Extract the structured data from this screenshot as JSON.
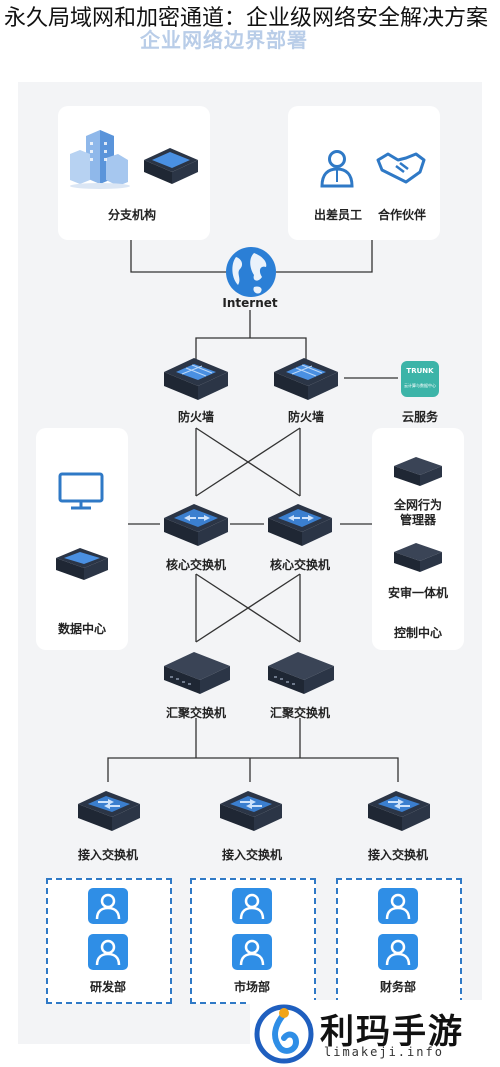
{
  "header": {
    "title": "永久局域网和加密通道：企业级网络安全解决方案",
    "subtitle": "企业网络边界部署"
  },
  "nodes": {
    "branch": "分支机构",
    "business_staff": "出差员工",
    "partner": "合作伙伴",
    "internet": "Internet",
    "firewall_1": "防火墙",
    "firewall_2": "防火墙",
    "cloud_service": "云服务",
    "data_center": "数据中心",
    "core_switch_1": "核心交换机",
    "core_switch_2": "核心交换机",
    "behavior_manager": "全网行为管理器",
    "audit_machine": "安审一体机",
    "control_center": "控制中心",
    "aggregation_switch_1": "汇聚交换机",
    "aggregation_switch_2": "汇聚交换机",
    "access_switch_1": "接入交换机",
    "access_switch_2": "接入交换机",
    "access_switch_3": "接入交换机",
    "dept_rd": "研发部",
    "dept_market": "市场部",
    "dept_finance": "财务部"
  },
  "cloud_badge": {
    "line1": "TRUNK",
    "line2": "云计算与数据中心"
  },
  "watermark": {
    "brand": "利玛手游",
    "domain": "limakeji.info"
  },
  "colors": {
    "device_top": "#4a90e2",
    "device_body": "#2b3546",
    "accent_blue": "#2f79c6",
    "user_icon": "#2f8ee6",
    "cloud_teal": "#3cb4a8"
  }
}
